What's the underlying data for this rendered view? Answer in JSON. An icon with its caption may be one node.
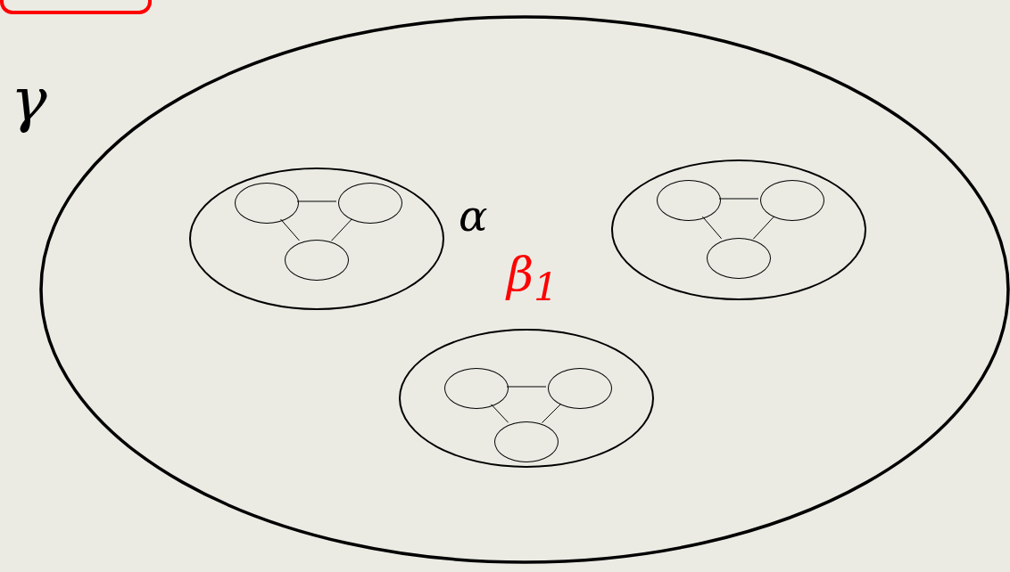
{
  "diagram": {
    "nodes": [
      {
        "text": [
          "γ"
        ]
      },
      {
        "text": [],
        "shape": "circle",
        "in": 0
      },
      {
        "text": [],
        "shape": "ellipse",
        "in": 1
      },
      {
        "text": [],
        "shape": "ellipse",
        "in": 1
      },
      {
        "text": [],
        "shape": "ellipse",
        "in": 1
      },
      {
        "text": [],
        "shape": "circle",
        "in": 0
      },
      {
        "text": [],
        "shape": "ellipse",
        "in": 5
      },
      {
        "text": [],
        "shape": "ellipse",
        "in": 5
      },
      {
        "text": [],
        "shape": "ellipse",
        "in": 5
      },
      {
        "text": [],
        "shape": "circle",
        "in": 0
      },
      {
        "text": [],
        "shape": "ellipse",
        "in": 9
      },
      {
        "text": [],
        "shape": "ellipse",
        "in": 9
      },
      {
        "text": [],
        "shape": "ellipse",
        "in": 9
      }
    ],
    "edges": [
      {
        "from": 2,
        "to": 3,
        "arrow": "none"
      },
      {
        "from": 2,
        "to": 4,
        "arrow": "none"
      },
      {
        "from": 3,
        "to": 4,
        "arrow": "none"
      },
      {
        "from": 6,
        "to": 7,
        "arrow": "none"
      },
      {
        "from": 6,
        "to": 8,
        "arrow": "none"
      },
      {
        "from": 7,
        "to": 8,
        "arrow": "none"
      },
      {
        "from": 10,
        "to": 11,
        "arrow": "none"
      },
      {
        "from": 10,
        "to": 12,
        "arrow": "none"
      },
      {
        "from": 11,
        "to": 12,
        "arrow": "none"
      }
    ],
    "labels": [
      "α",
      "β$_{1}$"
    ]
  }
}
